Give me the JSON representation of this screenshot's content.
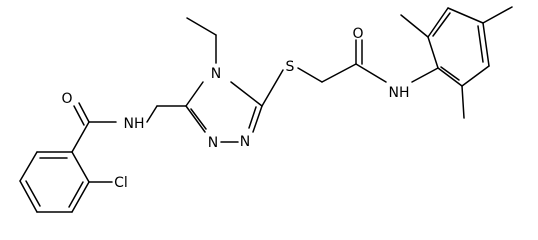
{
  "molecule": {
    "atoms": {
      "o_amide": "O",
      "nh_amide": "NH",
      "n_ethyl": "N",
      "s_thioether": "S",
      "o_acetamide": "O",
      "nh_anilide": "NH",
      "n_triazole_3": "N",
      "n_triazole_2": "N",
      "cl": "Cl"
    }
  }
}
